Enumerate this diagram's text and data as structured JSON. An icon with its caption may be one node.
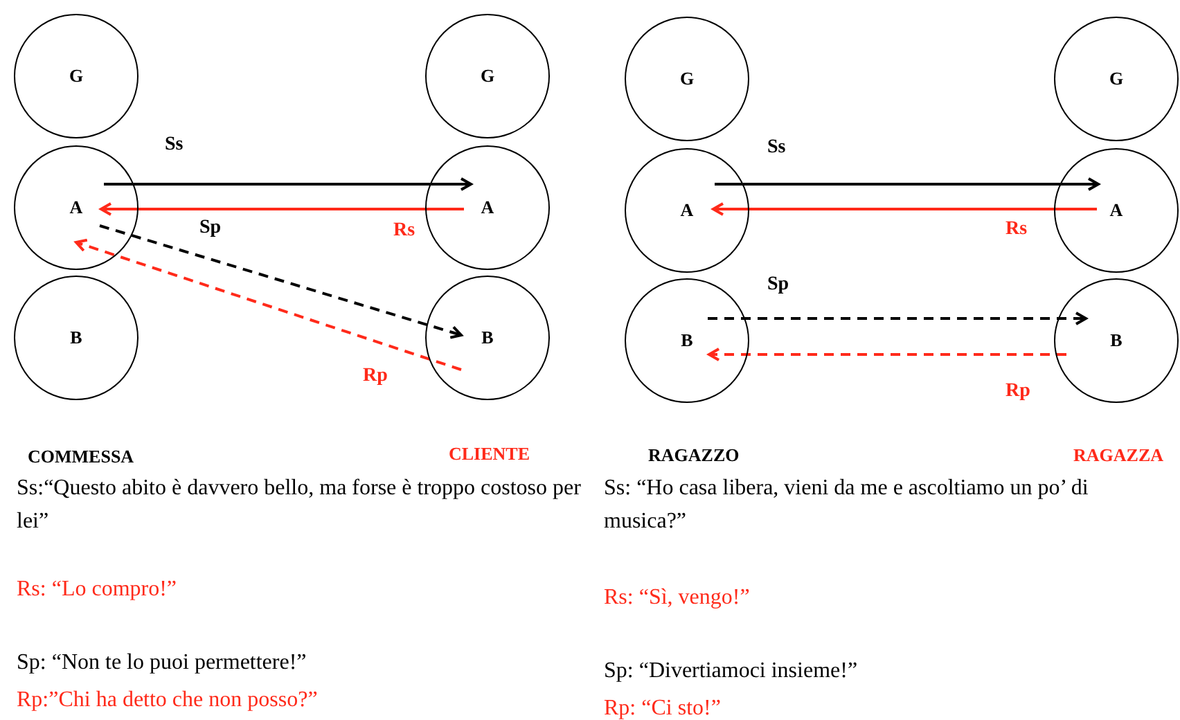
{
  "diagram": {
    "nodes": [
      {
        "text": [
          "G"
        ]
      },
      {
        "text": [
          "A"
        ]
      },
      {
        "text": [
          "B"
        ],
        "beside": [
          "COMMESSA"
        ]
      },
      {
        "text": [
          "G"
        ]
      },
      {
        "text": [
          "A"
        ]
      },
      {
        "text": [
          "B"
        ],
        "beside": [
          "CLIENTE"
        ]
      },
      {
        "text": [
          "G"
        ]
      },
      {
        "text": [
          "A"
        ]
      },
      {
        "text": [
          "B"
        ],
        "beside": [
          "RAGAZZO"
        ]
      },
      {
        "text": [
          "G"
        ]
      },
      {
        "text": [
          "A"
        ]
      },
      {
        "text": [
          "B"
        ],
        "beside": [
          "RAGAZZA"
        ]
      }
    ],
    "edges": [
      {
        "from": 1,
        "to": 4,
        "arrow": "to",
        "label": "Ss"
      },
      {
        "from": 4,
        "to": 1,
        "arrow": "to",
        "label": "Rs",
        "color": "#ff2a1a"
      },
      {
        "from": 1,
        "to": 5,
        "arrow": "to",
        "label": "Sp",
        "style": "dashed"
      },
      {
        "from": 5,
        "to": 1,
        "arrow": "to",
        "label": "Rp",
        "style": "dashed",
        "color": "#ff2a1a"
      },
      {
        "from": 7,
        "to": 10,
        "arrow": "to",
        "label": "Ss"
      },
      {
        "from": 10,
        "to": 7,
        "arrow": "to",
        "label": "Rs",
        "color": "#ff2a1a"
      },
      {
        "from": 8,
        "to": 11,
        "arrow": "to",
        "label": "Sp",
        "style": "dashed"
      },
      {
        "from": 11,
        "to": 8,
        "arrow": "to",
        "label": "Rp",
        "style": "dashed",
        "color": "#ff2a1a"
      }
    ],
    "labels": [
      "Ss:“Questo abito è davvero bello, ma forse è troppo costoso per lei”",
      "Rs: “Lo compro!”",
      "Sp: “Non te lo puoi permettere!”",
      "Rp:”Chi ha detto che non posso?”",
      "Ss: “Ho casa libera, vieni da me e ascoltiamo un po’ di musica?”",
      "Rs: “Sì, vengo!”",
      "Sp: “Divertiamoci insieme!”",
      "Rp: “Ci sto!”"
    ]
  }
}
